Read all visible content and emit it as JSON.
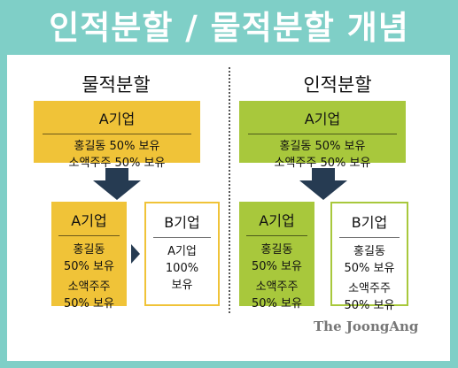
{
  "title": "인적분할 / 물적분할 개념",
  "colors": {
    "background": "#7fcfc7",
    "physical_fill": "#f0c338",
    "personal_fill": "#a8c83c",
    "arrow": "#263b52"
  },
  "physical": {
    "heading": "물적분할",
    "parent": {
      "name": "A기업",
      "lines": [
        "홍길동 50% 보유",
        "소액주주 50% 보유"
      ]
    },
    "company_a": {
      "name": "A기업",
      "lines": [
        "홍길동",
        "50% 보유",
        "소액주주",
        "50% 보유"
      ]
    },
    "company_b": {
      "name": "B기업",
      "lines": [
        "A기업",
        "100%",
        "보유"
      ]
    }
  },
  "personal": {
    "heading": "인적분할",
    "parent": {
      "name": "A기업",
      "lines": [
        "홍길동 50% 보유",
        "소액주주 50% 보유"
      ]
    },
    "company_a": {
      "name": "A기업",
      "lines": [
        "홍길동",
        "50% 보유",
        "소액주주",
        "50% 보유"
      ]
    },
    "company_b": {
      "name": "B기업",
      "lines": [
        "홍길동",
        "50% 보유",
        "소액주주",
        "50% 보유"
      ]
    }
  },
  "credit": "The JoongAng"
}
